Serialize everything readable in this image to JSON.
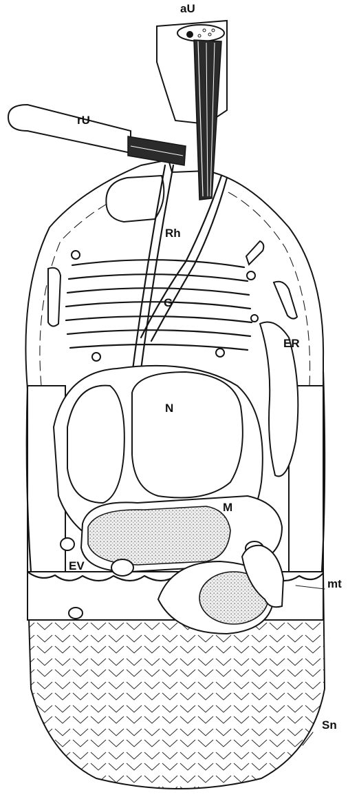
{
  "labels": {
    "aU": "aU",
    "rU": "rU",
    "Rh": "Rh",
    "G": "G",
    "ER": "ER",
    "N": "N",
    "M": "M",
    "EV": "EV",
    "mt": "mt",
    "Sn": "Sn"
  },
  "colors": {
    "ink": "#151515",
    "paper": "#ffffff",
    "stipple": "#b8b8b8",
    "rootlet": "#2a2a2a"
  }
}
